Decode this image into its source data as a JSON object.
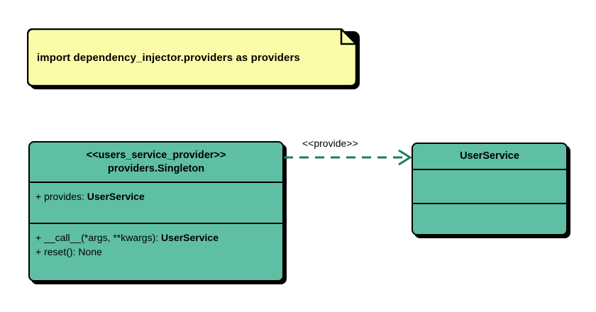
{
  "diagram": {
    "type": "uml-class-diagram",
    "background_color": "#FFFFFF",
    "note": {
      "text": "import dependency_injector.providers as providers",
      "fill_color": "#FCFCA8",
      "border_color": "#000000"
    },
    "classes": [
      {
        "id": "users-service-provider",
        "stereotype": "<<users_service_provider>>",
        "name": "providers.Singleton",
        "fill_color": "#5FBFA4",
        "border_color": "#000000",
        "attributes": [
          {
            "visibility": "+",
            "label": "provides:",
            "type": "UserService"
          }
        ],
        "operations": [
          {
            "visibility": "+",
            "label": "__call__(*args, **kwargs):",
            "type": "UserService"
          },
          {
            "visibility": "+",
            "label": "reset():",
            "type": "None"
          }
        ]
      },
      {
        "id": "user-service",
        "stereotype": "",
        "name": "UserService",
        "fill_color": "#5FBFA4",
        "border_color": "#000000",
        "attributes": [],
        "operations": []
      }
    ],
    "connector": {
      "label": "<<provide>>",
      "style": "dashed",
      "arrow": "open",
      "color": "#197C63",
      "source": "users-service-provider",
      "target": "user-service"
    }
  }
}
